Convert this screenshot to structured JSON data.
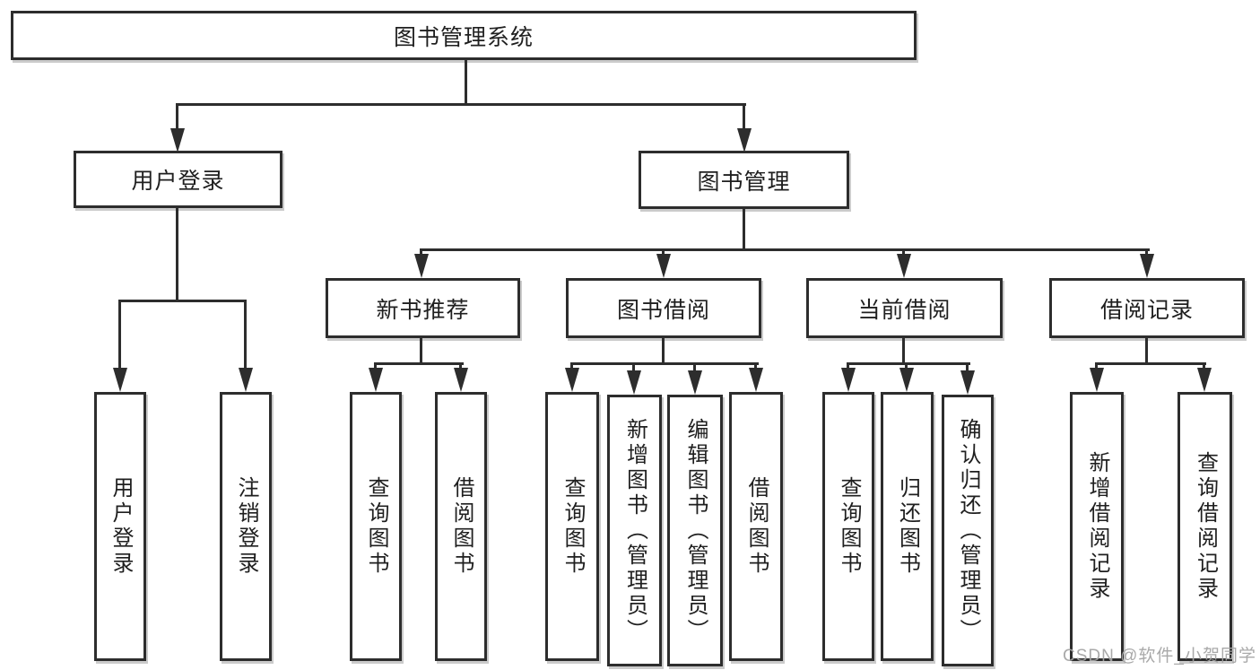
{
  "diagram": {
    "root": {
      "label": "图书管理系统"
    },
    "branches": [
      {
        "label": "用户登录",
        "children": [
          {
            "label": "用户登录"
          },
          {
            "label": "注销登录"
          }
        ]
      },
      {
        "label": "图书管理",
        "children": [
          {
            "label": "新书推荐",
            "children": [
              {
                "label": "查询图书"
              },
              {
                "label": "借阅图书"
              }
            ]
          },
          {
            "label": "图书借阅",
            "children": [
              {
                "label": "查询图书"
              },
              {
                "label": "新增图书（管理员）"
              },
              {
                "label": "编辑图书（管理员）"
              },
              {
                "label": "借阅图书"
              }
            ]
          },
          {
            "label": "当前借阅",
            "children": [
              {
                "label": "查询图书"
              },
              {
                "label": "归还图书"
              },
              {
                "label": "确认归还（管理员）"
              }
            ]
          },
          {
            "label": "借阅记录",
            "children": [
              {
                "label": "新增借阅记录"
              },
              {
                "label": "查询借阅记录"
              }
            ]
          }
        ]
      }
    ]
  },
  "watermark": {
    "text": "CSDN @软件_小贺同学"
  },
  "colors": {
    "line": "#2d2d2d",
    "text": "#1f1f1f",
    "watermark": "#a4a4a4",
    "background": "#ffffff"
  }
}
